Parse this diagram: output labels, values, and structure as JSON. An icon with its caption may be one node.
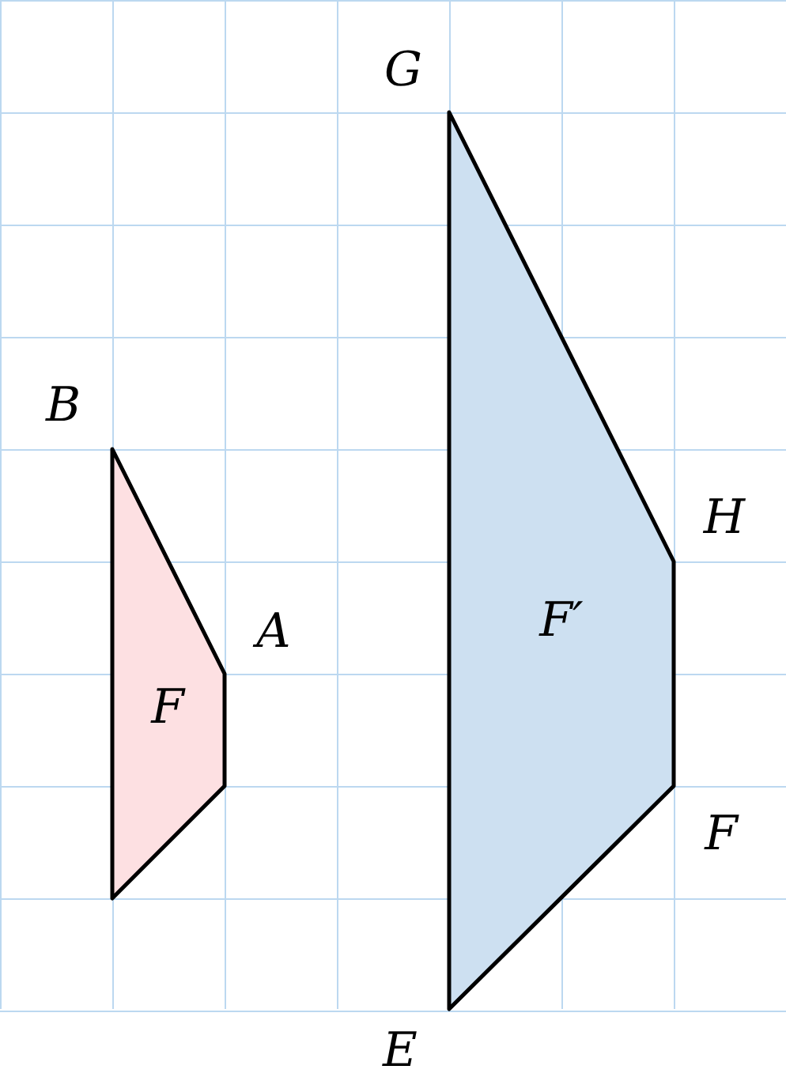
{
  "diagram": {
    "nodes": [
      {
        "text": [
          "F"
        ]
      },
      {
        "text": [
          "F′"
        ]
      }
    ],
    "labels": [
      "G",
      "B",
      "H",
      "A",
      "F",
      "E"
    ]
  }
}
